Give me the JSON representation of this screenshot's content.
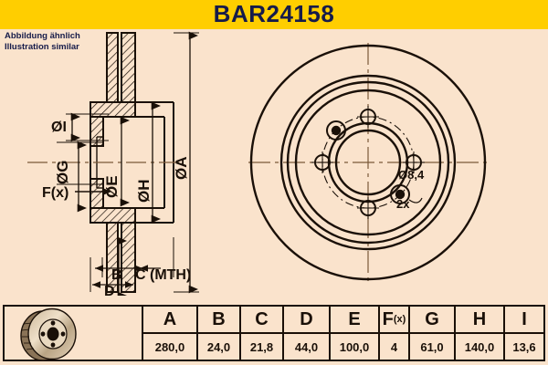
{
  "header": {
    "part_number": "BAR24158",
    "band_color": "#FFCE00",
    "text_color": "#161b4a"
  },
  "note": {
    "line_de": "Abbildung ähnlich",
    "line_en": "Illustration similar"
  },
  "page": {
    "background_color": "#FAE3CC",
    "line_color": "#1a1008"
  },
  "drawing": {
    "section_view": {
      "labels": {
        "dia_i": "ØI",
        "dia_g": "ØG",
        "dia_e": "ØE",
        "dia_h": "ØH",
        "dia_a": "ØA",
        "fx": "F(x)",
        "b": "B",
        "c": "C (MTH)",
        "d": "D"
      }
    },
    "face_view": {
      "hole_callout_diameter": "Ø8,4",
      "hole_callout_count": "2x"
    }
  },
  "spec_table": {
    "columns": [
      {
        "header": "A",
        "value": "280,0",
        "width": 60,
        "fx": false
      },
      {
        "header": "B",
        "value": "24,0",
        "width": 47,
        "fx": false
      },
      {
        "header": "C",
        "value": "21,8",
        "width": 47,
        "fx": false
      },
      {
        "header": "D",
        "value": "44,0",
        "width": 51,
        "fx": false
      },
      {
        "header": "E",
        "value": "100,0",
        "width": 54,
        "fx": false
      },
      {
        "header": "F",
        "value": "4",
        "width": 33,
        "fx": true,
        "fx_suffix": "(x)"
      },
      {
        "header": "G",
        "value": "61,0",
        "width": 50,
        "fx": false
      },
      {
        "header": "H",
        "value": "140,0",
        "width": 54,
        "fx": false
      },
      {
        "header": "I",
        "value": "13,6",
        "width": 58,
        "fx": false
      }
    ]
  }
}
